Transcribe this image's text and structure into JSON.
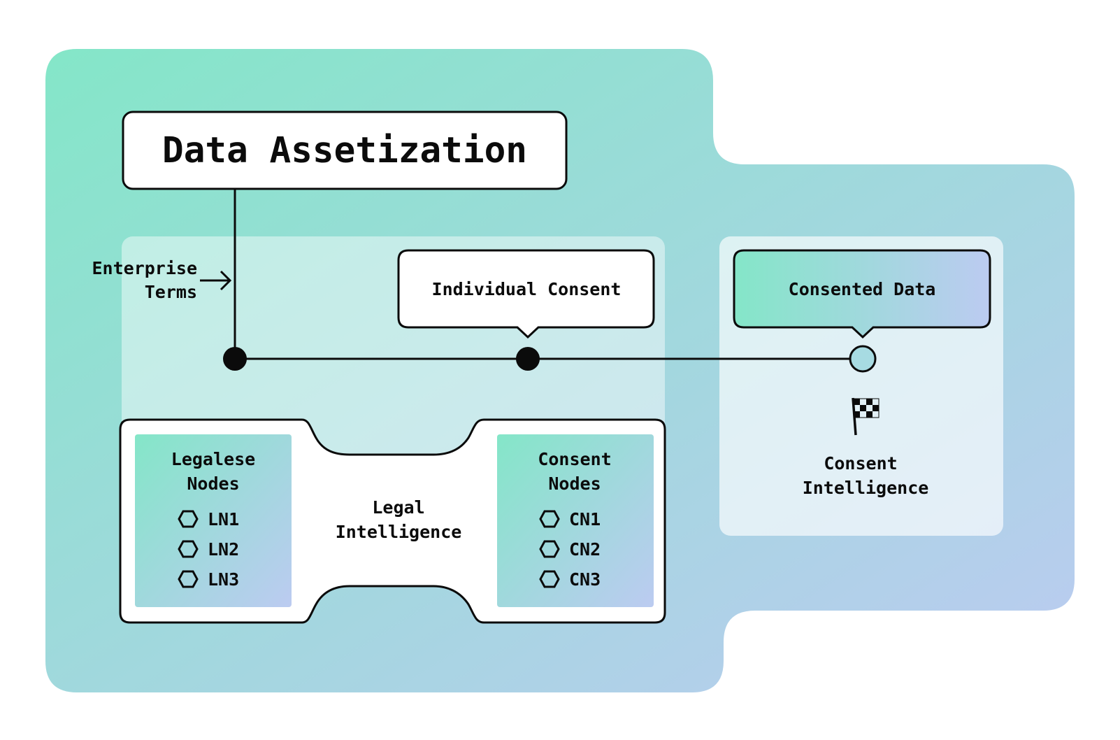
{
  "title": "Data Assetization",
  "enterprise_terms": [
    "Enterprise",
    "Terms"
  ],
  "individual_consent": "Individual Consent",
  "consented_data": "Consented Data",
  "consent_intelligence": [
    "Consent",
    "Intelligence"
  ],
  "legal_intelligence": [
    "Legal",
    "Intelligence"
  ],
  "legalese_nodes": {
    "heading": [
      "Legalese",
      "Nodes"
    ],
    "items": [
      "LN1",
      "LN2",
      "LN3"
    ]
  },
  "consent_nodes": {
    "heading": [
      "Consent",
      "Nodes"
    ],
    "items": [
      "CN1",
      "CN2",
      "CN3"
    ]
  },
  "icons": {
    "flag": "checkered-flag-icon",
    "node": "hexagon-icon"
  },
  "colors": {
    "gradient_start": "#84e6c8",
    "gradient_end": "#bccbf1",
    "stroke": "#0b0b0b",
    "card_fill": "#ffffff",
    "open_node_fill": "#a7dbe2"
  }
}
